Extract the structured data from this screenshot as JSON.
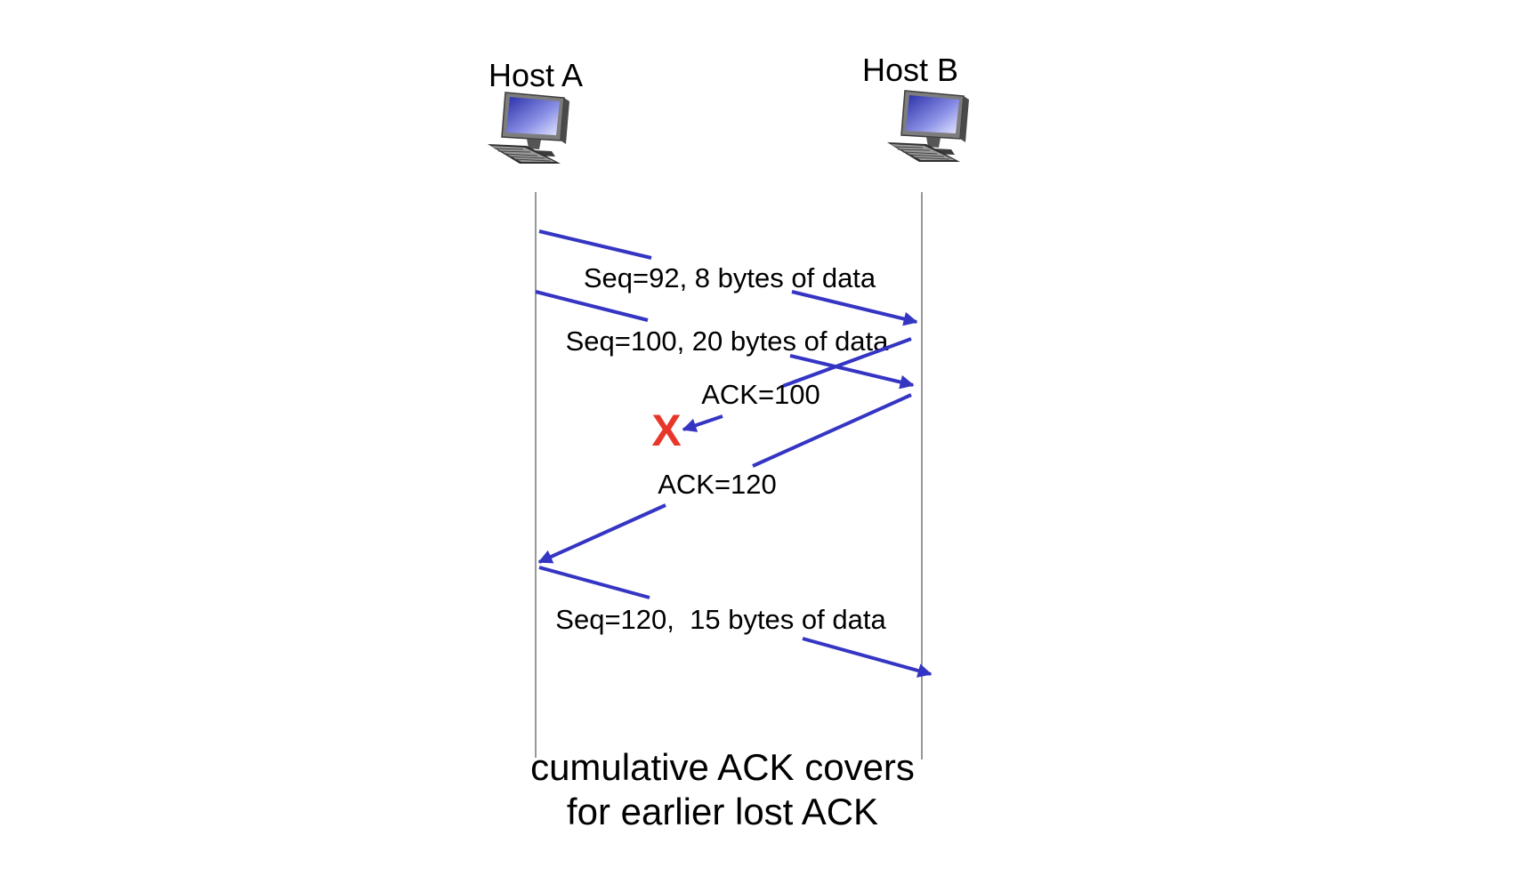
{
  "hosts": {
    "a": {
      "label": "Host A"
    },
    "b": {
      "label": "Host B"
    }
  },
  "messages": [
    {
      "label": "Seq=92, 8 bytes of data",
      "direction": "A-to-B"
    },
    {
      "label": "Seq=100, 20 bytes of data",
      "direction": "A-to-B"
    },
    {
      "label": "ACK=100",
      "direction": "B-to-A",
      "lost": true
    },
    {
      "label": "ACK=120",
      "direction": "B-to-A"
    },
    {
      "label": "Seq=120,  15 bytes of data",
      "direction": "A-to-B"
    }
  ],
  "loss_marker": {
    "symbol": "X",
    "color": "#e8372a"
  },
  "caption": {
    "line1": "cumulative ACK covers",
    "line2": "for earlier lost ACK"
  },
  "colors": {
    "arrow": "#3535c4",
    "timeline": "#777777"
  },
  "icons": {
    "host": "desktop-computer-icon"
  }
}
